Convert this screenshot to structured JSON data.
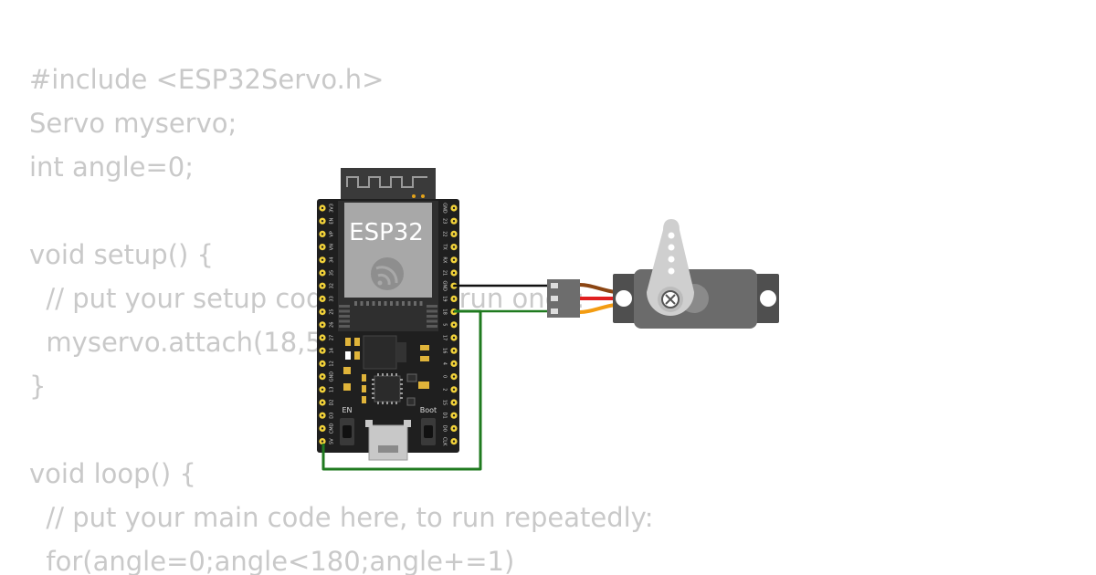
{
  "code": {
    "lines": [
      "#include <ESP32Servo.h>",
      "Servo myservo;",
      "int angle=0;",
      "",
      "void setup() {",
      "  // put your setup code here, to run once:",
      "  myservo.attach(18,500,2400);",
      "}",
      "",
      "void loop() {",
      "  // put your main code here, to run repeatedly:",
      "  for(angle=0;angle<180;angle+=1)"
    ]
  },
  "board": {
    "chip_label": "ESP32",
    "en_label": "EN",
    "boot_label": "Boot",
    "left_pins": [
      "3V3",
      "EN",
      "VP",
      "VN",
      "34",
      "35",
      "32",
      "33",
      "25",
      "26",
      "27",
      "14",
      "12",
      "GND",
      "13",
      "D2",
      "D3",
      "CMD",
      "5V"
    ],
    "right_pins": [
      "GND",
      "23",
      "22",
      "TX",
      "RX",
      "21",
      "GND",
      "19",
      "18",
      "5",
      "17",
      "16",
      "4",
      "0",
      "2",
      "15",
      "D1",
      "D0",
      "CLK"
    ]
  },
  "colors": {
    "code_text": "#c9c9c9",
    "board_pcb": "#1f1f1f",
    "pin_gold": "#f2d23a",
    "wire_gnd": "#111111",
    "wire_signal": "#1f7a1f",
    "servo_body": "#6b6b6b",
    "servo_horn": "#cfcfcf",
    "servo_wire_brown": "#8b4513",
    "servo_wire_red": "#e02020",
    "servo_wire_orange": "#f39c12"
  },
  "icons": [
    "espressif-logo-icon",
    "usb-port-icon",
    "screw-icon"
  ]
}
